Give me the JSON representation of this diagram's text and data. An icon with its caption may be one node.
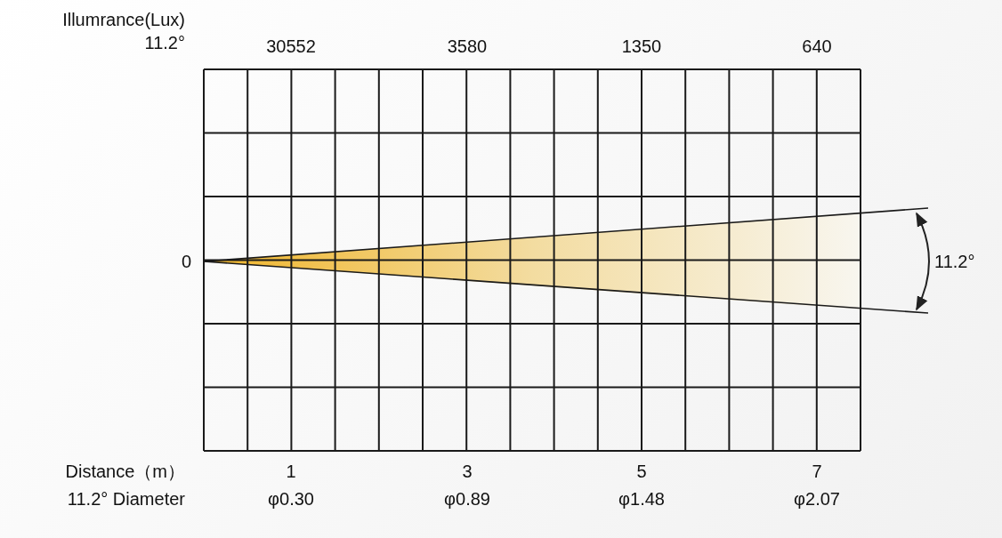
{
  "diagram": {
    "labels": [
      "Illumrance(Lux)",
      "11.2°",
      "30552",
      "3580",
      "1350",
      "640",
      "0",
      "11.2°",
      "Distance（m）",
      "1",
      "3",
      "5",
      "7",
      "11.2° Diameter",
      "φ0.30",
      "φ0.89",
      "φ1.48",
      "φ2.07"
    ]
  }
}
